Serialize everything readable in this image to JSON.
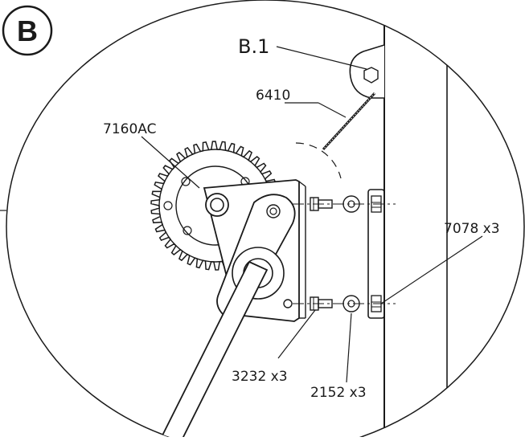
{
  "detail_badge": "B",
  "callouts": {
    "b1": "B.1",
    "cable": "6410",
    "winch": "7160AC",
    "washer_nut": "7078 x3",
    "bolt": "3232 x3",
    "washer": "2152 x3"
  },
  "colors": {
    "line": "#1a1a1a",
    "background": "#ffffff"
  }
}
